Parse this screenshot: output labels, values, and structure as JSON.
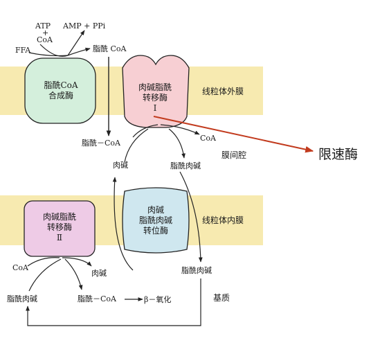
{
  "colors": {
    "membrane": "#f7eab0",
    "synthetase": "#d4efdc",
    "cpt1": "#f7cfd3",
    "cpt2": "#eecbe6",
    "translocase": "#cfe7ef",
    "outline": "#222222",
    "pointer": "#c23b1e"
  },
  "labels": {
    "atp": "ATP",
    "plus1": "+",
    "coa_top": "CoA",
    "amp_ppi": "AMP + PPi",
    "ffa": "FFA",
    "acyl_coa_top": "脂酰 CoA",
    "outer_membrane": "线粒体外膜",
    "inner_membrane": "线粒体内膜",
    "acyl_coa_mid": "脂酰－CoA",
    "coa_mid": "CoA",
    "intermembrane_space": "膜间腔",
    "carnitine_mid": "肉碱",
    "acylcarnitine_mid": "脂酰肉碱",
    "coa_low": "CoA",
    "carnitine_low": "肉碱",
    "acylcarnitine_right": "脂酰肉碱",
    "acylcarnitine_left": "脂酰肉碱",
    "acyl_coa_low": "脂酰－CoA",
    "beta_oxidation": "β－氧化",
    "matrix": "基质"
  },
  "enzymes": {
    "synthetase_line1": "脂酰CoA",
    "synthetase_line2": "合成酶",
    "cpt1_line1": "肉碱脂酰",
    "cpt1_line2": "转移酶",
    "cpt1_numeral": "Ⅰ",
    "cpt2_line1": "肉碱脂酰",
    "cpt2_line2": "转移酶",
    "cpt2_numeral": "Ⅱ",
    "translocase_line1": "肉碱",
    "translocase_line2": "脂酰肉碱",
    "translocase_line3": "转位酶"
  },
  "annotation": {
    "rate_limiting_enzyme": "限速酶"
  }
}
